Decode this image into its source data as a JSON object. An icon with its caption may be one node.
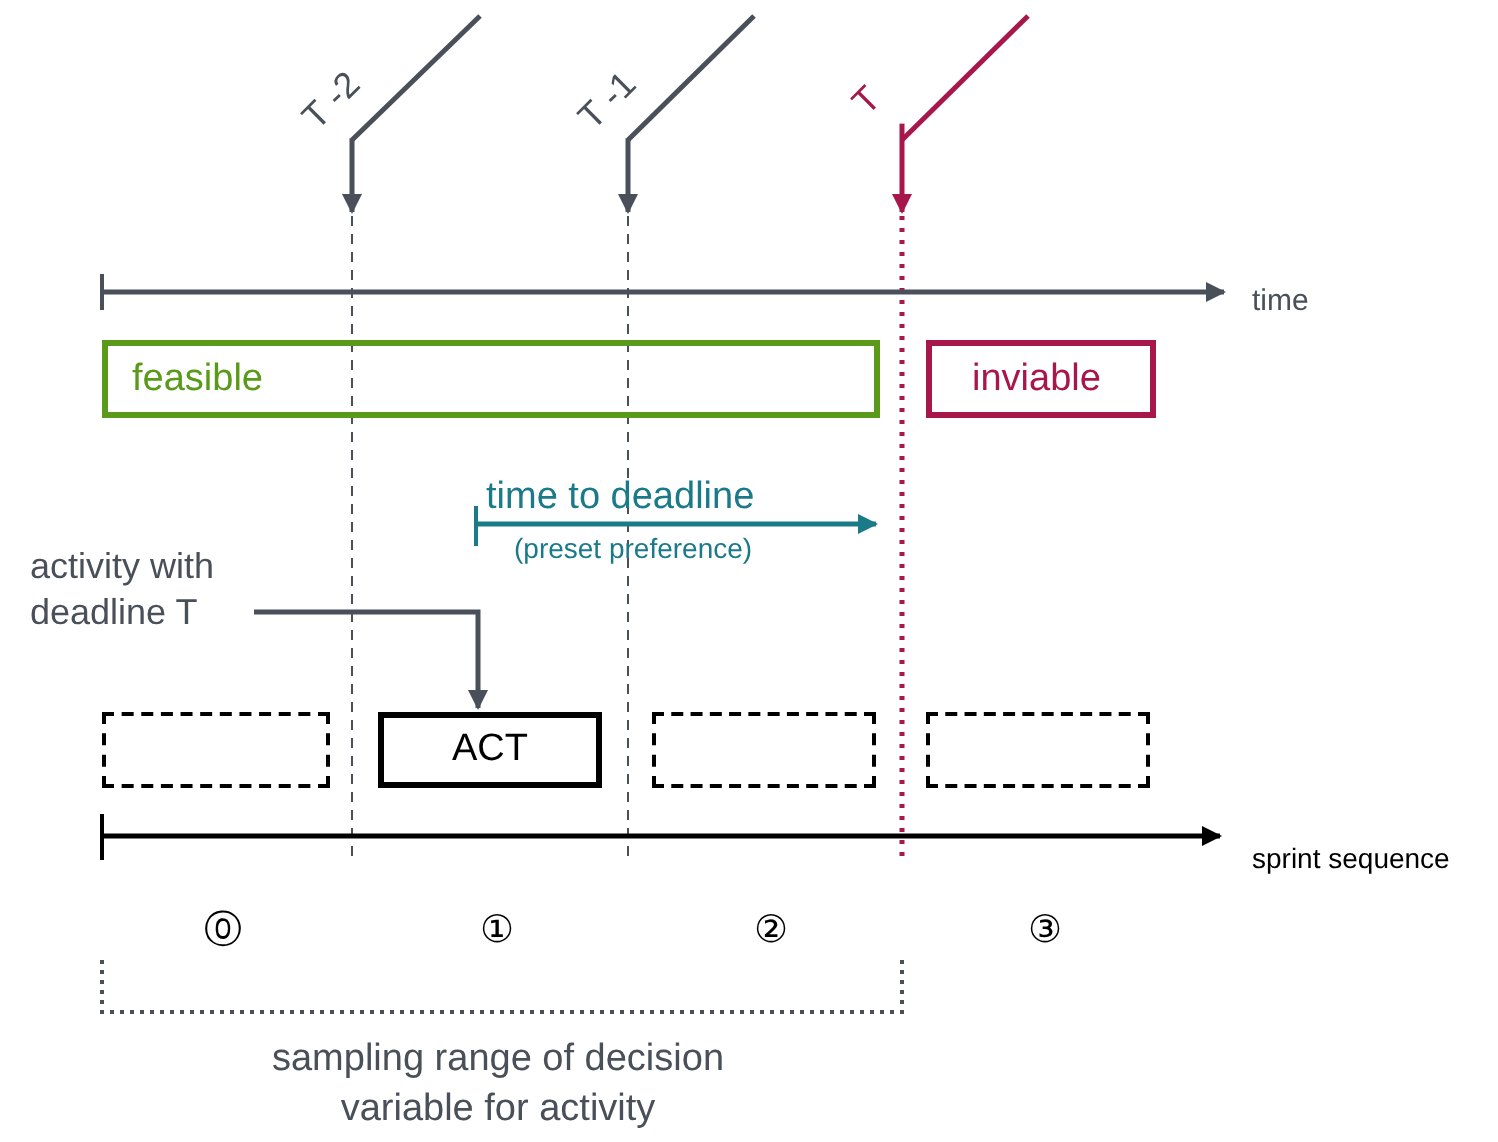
{
  "diagram": {
    "nodes": [
      {
        "text": [
          "T -2"
        ]
      },
      {
        "text": [
          "T -1"
        ]
      },
      {
        "text": [
          "T"
        ]
      },
      {
        "text": [
          "feasible"
        ]
      },
      {
        "text": [
          "inviable"
        ]
      },
      {
        "text": [
          "activity with deadline T"
        ]
      },
      {
        "text": [],
        "shape": "box"
      },
      {
        "text": [
          "ACT"
        ]
      },
      {
        "text": [],
        "shape": "box"
      },
      {
        "text": [],
        "shape": "box"
      }
    ],
    "edges": [
      {
        "from": 0,
        "to": null,
        "arrow": "to"
      },
      {
        "from": 1,
        "to": null,
        "arrow": "to"
      },
      {
        "from": 2,
        "to": null,
        "arrow": "to",
        "color": "#a8174a"
      },
      {
        "from": 5,
        "to": 7,
        "arrow": "to"
      }
    ],
    "labels": [
      "time",
      "time to deadline",
      "(preset preference)",
      "sprint sequence",
      "⓪",
      "①",
      "②",
      "③",
      "sampling range of decision variable for activity"
    ]
  }
}
